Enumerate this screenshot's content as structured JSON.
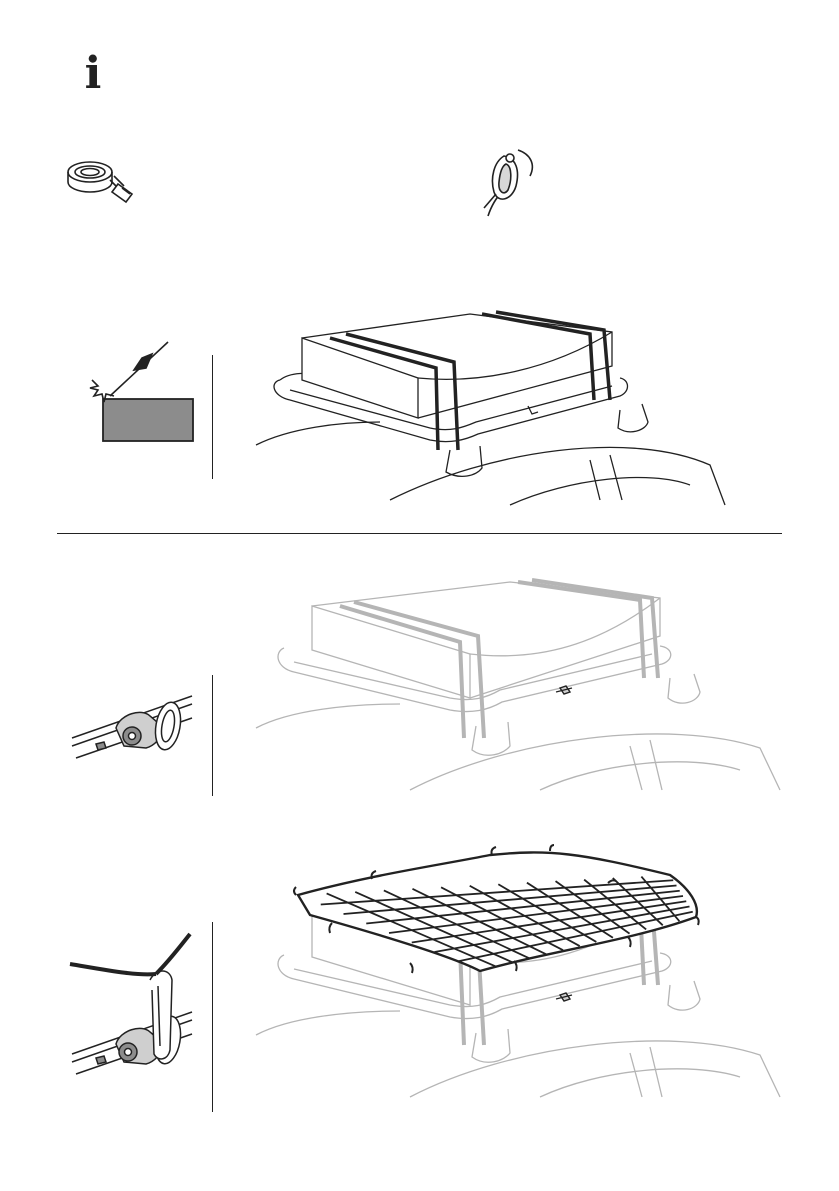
{
  "info": {
    "glyph": "i",
    "icon": "info-icon"
  },
  "accessories": [
    {
      "name": "strap",
      "icon": "strap-icon"
    },
    {
      "name": "loop",
      "icon": "rail-loop-icon"
    }
  ],
  "steps": [
    {
      "detail_icon": "tighten-strap-icon",
      "main_icon": "box-with-straps-icon"
    },
    {
      "detail_icon": "rail-eyelet-icon",
      "main_icon": "box-on-roof-rack-icon"
    },
    {
      "detail_icon": "net-hook-icon",
      "main_icon": "net-over-load-icon"
    }
  ],
  "colors": {
    "ink": "#222222",
    "grey_light": "#b5b5b5",
    "grey_block": "#8c8c8c"
  }
}
